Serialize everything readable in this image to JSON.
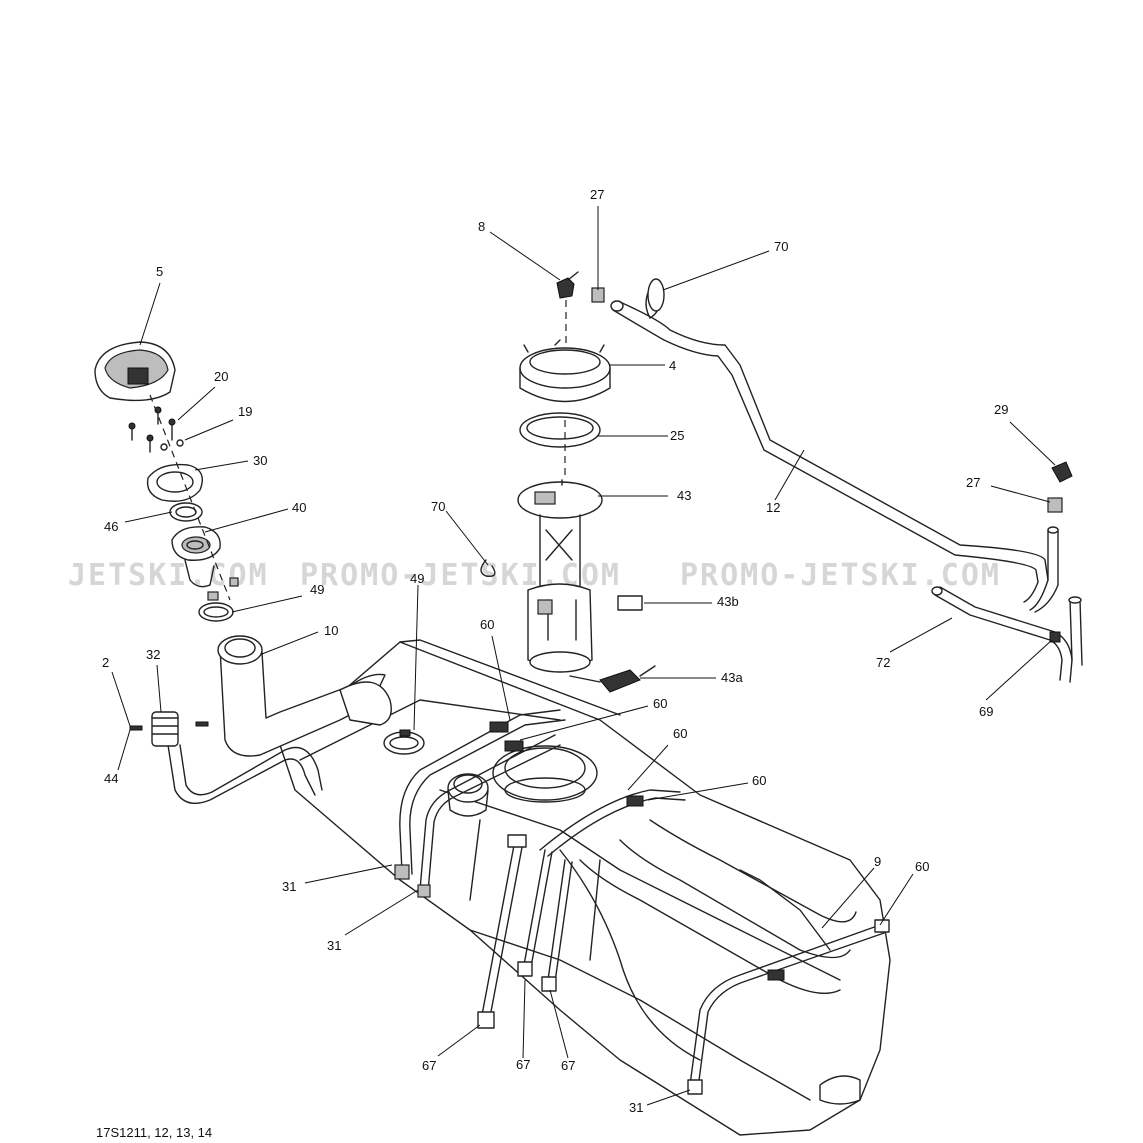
{
  "drawing": {
    "code": "17S1211, 12, 13, 14",
    "watermark": [
      "JETSKI.COM",
      "PROMO-JETSKI.COM",
      "PROMO-JETSKI.COM"
    ],
    "callouts": [
      {
        "id": "c27a",
        "label": "27"
      },
      {
        "id": "c8",
        "label": "8"
      },
      {
        "id": "c70a",
        "label": "70"
      },
      {
        "id": "c5",
        "label": "5"
      },
      {
        "id": "c4",
        "label": "4"
      },
      {
        "id": "c20",
        "label": "20"
      },
      {
        "id": "c19",
        "label": "19"
      },
      {
        "id": "c25",
        "label": "25"
      },
      {
        "id": "c29",
        "label": "29"
      },
      {
        "id": "c30",
        "label": "30"
      },
      {
        "id": "c43",
        "label": "43"
      },
      {
        "id": "c27b",
        "label": "27"
      },
      {
        "id": "c40",
        "label": "40"
      },
      {
        "id": "c70b",
        "label": "70"
      },
      {
        "id": "c12",
        "label": "12"
      },
      {
        "id": "c46",
        "label": "46"
      },
      {
        "id": "c49a",
        "label": "49"
      },
      {
        "id": "c49b",
        "label": "49"
      },
      {
        "id": "c43b",
        "label": "43b"
      },
      {
        "id": "c10",
        "label": "10"
      },
      {
        "id": "c60a",
        "label": "60"
      },
      {
        "id": "c2",
        "label": "2"
      },
      {
        "id": "c32",
        "label": "32"
      },
      {
        "id": "c72",
        "label": "72"
      },
      {
        "id": "c43a",
        "label": "43a"
      },
      {
        "id": "c60b",
        "label": "60"
      },
      {
        "id": "c69",
        "label": "69"
      },
      {
        "id": "c60c",
        "label": "60"
      },
      {
        "id": "c44",
        "label": "44"
      },
      {
        "id": "c60d",
        "label": "60"
      },
      {
        "id": "c9",
        "label": "9"
      },
      {
        "id": "c60e",
        "label": "60"
      },
      {
        "id": "c31a",
        "label": "31"
      },
      {
        "id": "c31b",
        "label": "31"
      },
      {
        "id": "c67a",
        "label": "67"
      },
      {
        "id": "c67b",
        "label": "67"
      },
      {
        "id": "c67c",
        "label": "67"
      },
      {
        "id": "c31c",
        "label": "31"
      }
    ]
  }
}
